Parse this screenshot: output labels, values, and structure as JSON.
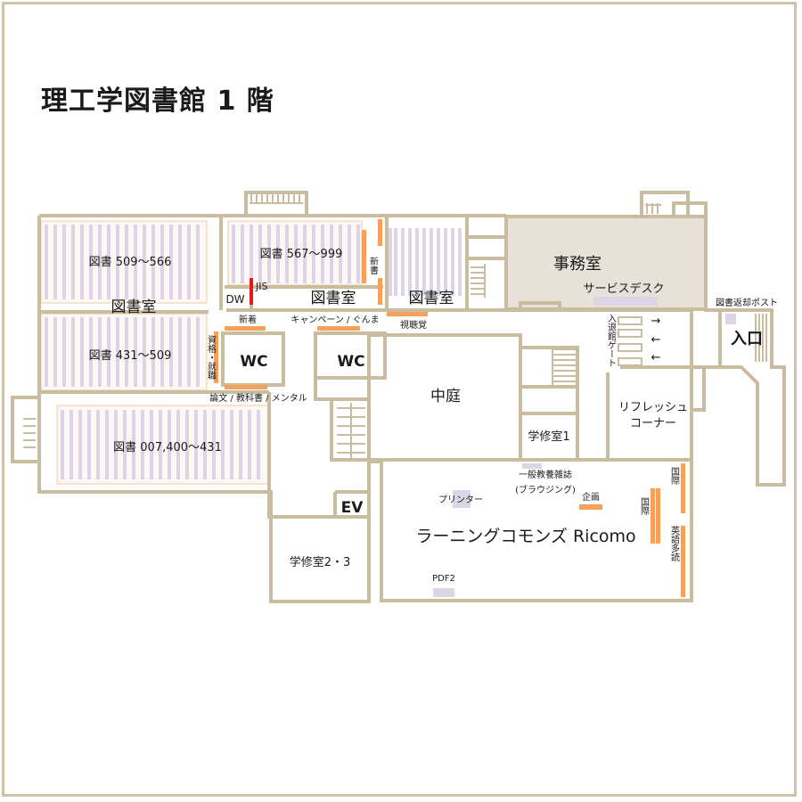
{
  "title": "理工学図書館 1 階",
  "rooms": {
    "office": "事務室",
    "service_desk": "サービスデスク",
    "entrance": "入口",
    "courtyard": "中庭",
    "learning_commons": "ラーニングコモンズ Ricomo",
    "refresh_corner": [
      "リフレッシュ",
      "コーナー"
    ],
    "study1": "学修室1",
    "study23": "学修室2・3",
    "ev": "EV",
    "wc1": "WC",
    "wc2": "WC",
    "dw": "DW",
    "library_a": "図書室",
    "library_b": "図書室",
    "library_c": "図書室"
  },
  "stacks": {
    "s509": "図書 509〜566",
    "s431": "図書 431〜509",
    "s007": "図書 007,400〜431",
    "s567": "図書 567〜999"
  },
  "labels": {
    "jis": "JIS",
    "shinchaku": "新着",
    "shinsho": "新書",
    "campaign": "キャンペーン / ぐんま",
    "av": "視聴覚",
    "shikaku": "資格・就職",
    "ronbun": "論文 / 教科書 / メンタル",
    "gate": "入退館ゲート",
    "return_post": "図書返却ポスト",
    "magazines": "一般教養雑誌",
    "browsing": "(ブラウジング)",
    "kikaku": "企画",
    "printer": "プリンター",
    "pdf2": "PDF2",
    "kokusai1": "国際",
    "kokusai2": "国際",
    "eigo": "英語多読"
  },
  "arrows": [
    "→",
    "←",
    "←"
  ],
  "colors": {
    "wall": "#c9bc9f",
    "office_fill": "#e7e2d9",
    "shelf_lilac": "#dcd3e6",
    "shelf_orange": "#f5a05b",
    "jis_red": "#e01b1b",
    "frame": "#cfc3a9"
  }
}
